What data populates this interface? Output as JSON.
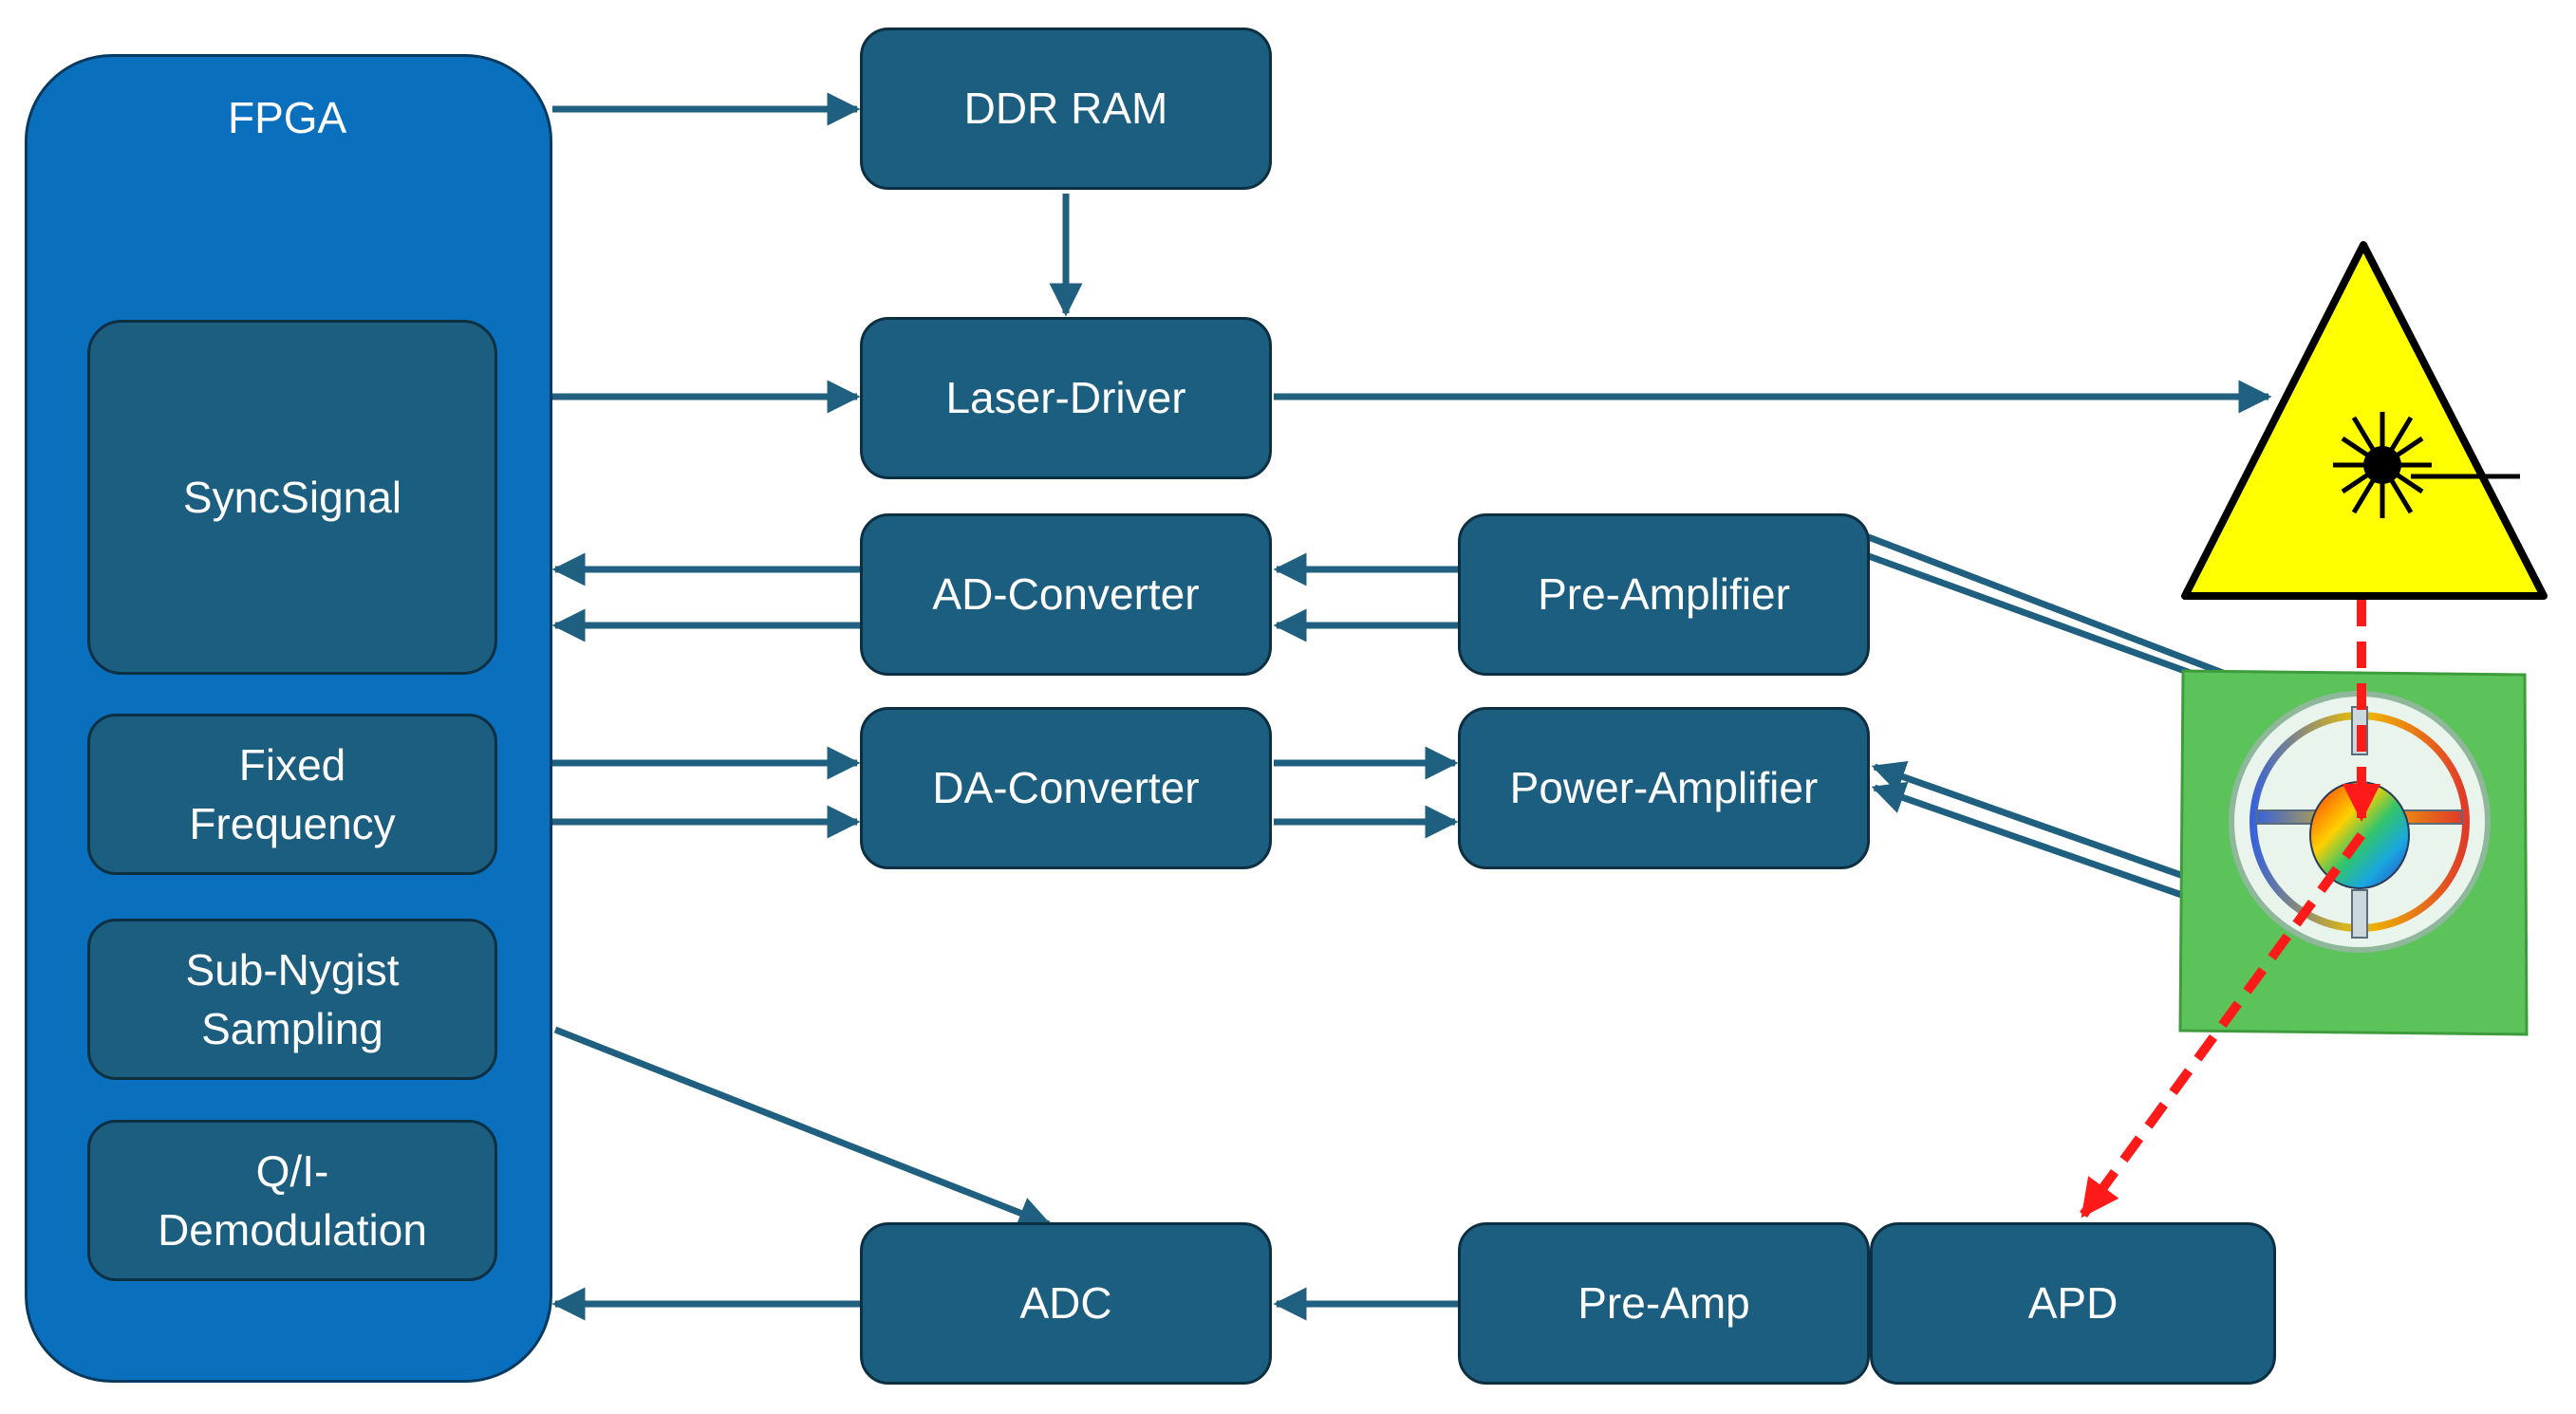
{
  "fpga": {
    "title": "FPGA",
    "modules": {
      "sync_signal": "SyncSignal",
      "fixed_frequency": "Fixed\nFrequency",
      "sub_nyquist": "Sub-Nygist\nSampling",
      "qi_demod": "Q/I-\nDemodulation"
    }
  },
  "blocks": {
    "ddr_ram": "DDR RAM",
    "laser_driver": "Laser-Driver",
    "ad_converter": "AD-Converter",
    "pre_amplifier": "Pre-Amplifier",
    "da_converter": "DA-Converter",
    "power_amplifier": "Power-Amplifier",
    "adc": "ADC",
    "pre_amp": "Pre-Amp",
    "apd": "APD"
  },
  "colors": {
    "fpga": "#0a6fbd",
    "block": "#1c5e7f",
    "arrow": "#1f5f80",
    "laser_beam": "#ff1a1a",
    "warning_sign": "#ffff00",
    "mems_substrate": "#5cc35a"
  },
  "icons": {
    "laser_source": "laser-warning-sign-icon",
    "mirror": "mems-mirror-icon"
  }
}
